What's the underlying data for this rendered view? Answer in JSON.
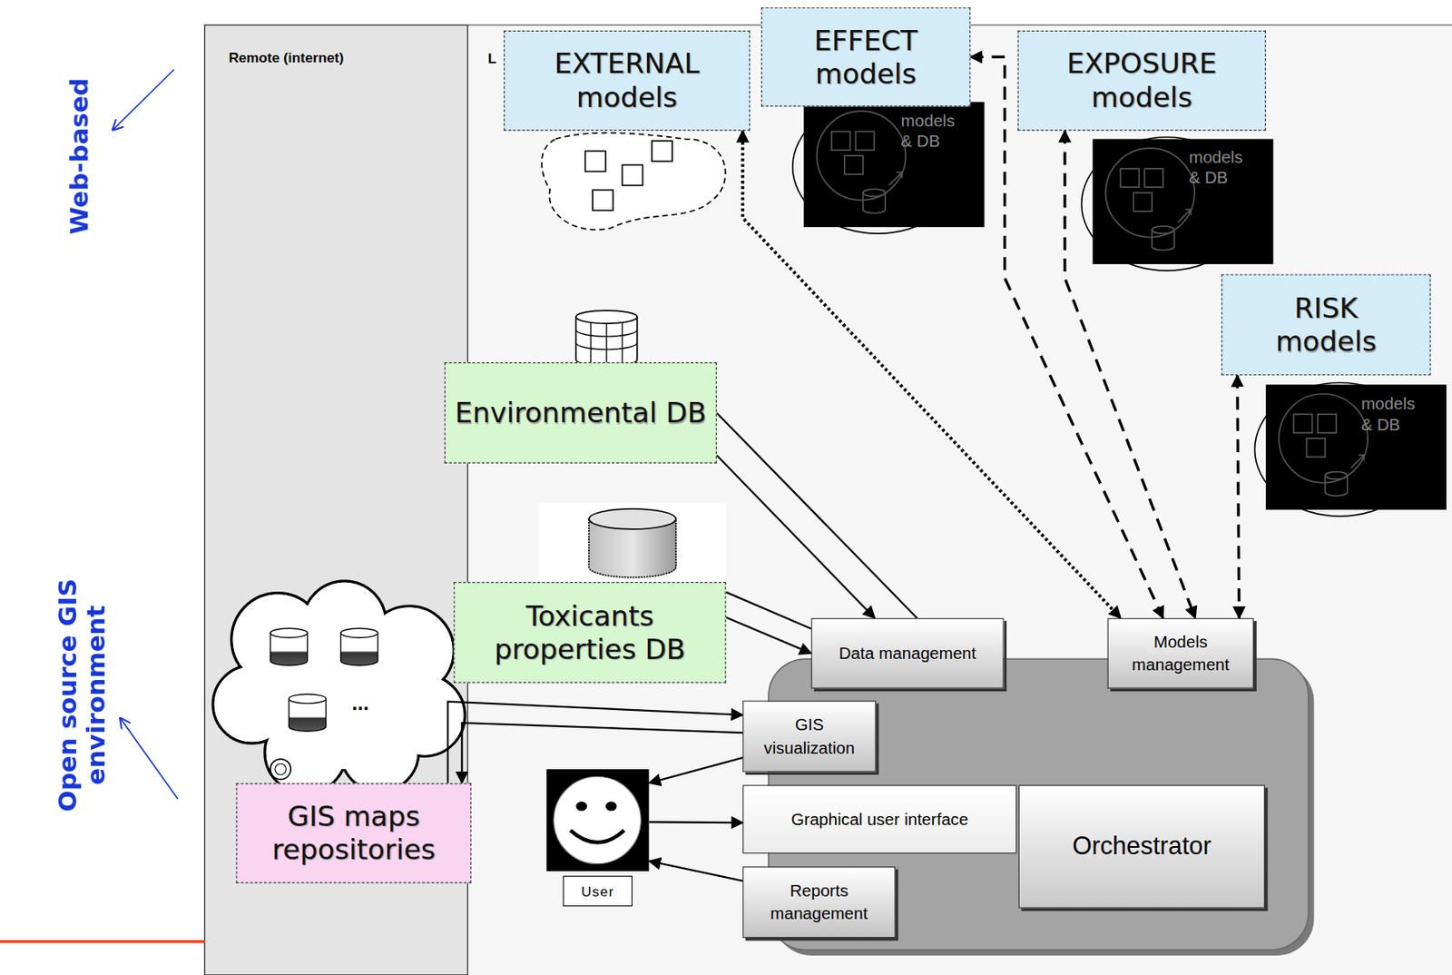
{
  "diagram": {
    "nodes": [
      {
        "text": [
          "Remote (internet)"
        ]
      },
      {
        "text": [
          "EXTERNAL models"
        ]
      },
      {
        "text": [
          "EFFECT models"
        ]
      },
      {
        "text": [
          "EXPOSURE models"
        ]
      },
      {
        "text": [
          "RISK models"
        ]
      },
      {
        "text": [
          "Environmental DB"
        ]
      },
      {
        "text": [
          "Toxicants properties DB"
        ]
      },
      {
        "text": [
          "Data management"
        ]
      },
      {
        "text": [
          "Models management"
        ]
      },
      {
        "text": [
          "GIS visualization"
        ]
      },
      {
        "text": [
          "GIS maps repositories"
        ],
        "in": 0
      },
      {
        "text": [
          "User"
        ]
      },
      {
        "text": [
          "Graphical user interface"
        ]
      },
      {
        "text": [
          "Orchestrator"
        ]
      },
      {
        "text": [
          "Reports management"
        ]
      }
    ],
    "edges": [
      {
        "from": 1,
        "to": 8,
        "arrow": "both"
      },
      {
        "from": 2,
        "to": 8,
        "arrow": "both"
      },
      {
        "from": 3,
        "to": 8,
        "arrow": "both"
      },
      {
        "from": 4,
        "to": 8,
        "arrow": "both"
      },
      {
        "from": 5,
        "to": 7,
        "arrow": "to"
      },
      {
        "from": 5,
        "to": 7,
        "arrow": "none"
      },
      {
        "from": 6,
        "to": 7,
        "arrow": "none"
      },
      {
        "from": 6,
        "to": 7,
        "arrow": "to"
      },
      {
        "from": 10,
        "to": 9,
        "arrow": "to"
      },
      {
        "from": 9,
        "to": 10,
        "arrow": "to"
      },
      {
        "from": 9,
        "to": 11,
        "arrow": "to"
      },
      {
        "from": 11,
        "to": 12,
        "arrow": "to"
      },
      {
        "from": 14,
        "to": 11,
        "arrow": "to"
      }
    ],
    "labels": [
      "Web-based",
      "Open source GIS environment",
      "L",
      "models & DB",
      "models & DB",
      "models & DB",
      "..."
    ]
  }
}
